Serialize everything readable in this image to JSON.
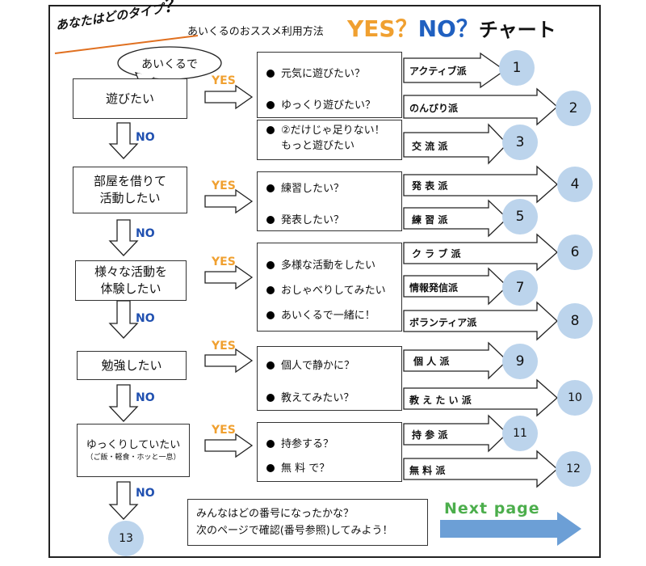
{
  "header": {
    "question": "あなたはどのタイプ",
    "question_mark": "？",
    "subtitle": "あいくるのおススメ利用方法",
    "yes": "YES？",
    "no": "NO？",
    "chart": "チャート"
  },
  "bubble": "あいくるで",
  "yes_label": "YES",
  "no_label": "NO",
  "rows": [
    {
      "left": [
        "遊びたい"
      ],
      "options": [
        "元気に遊びたい？",
        "ゆっくり遊びたい？",
        "②だけじゃ足りない！",
        "もっと遊びたい"
      ],
      "types": [
        "アクティブ派",
        "のんびり派",
        "交 流 派"
      ],
      "numbers": [
        "1",
        "2",
        "3"
      ]
    },
    {
      "left": [
        "部屋を借りて",
        "活動したい"
      ],
      "options": [
        "練習したい？",
        "発表したい？"
      ],
      "types": [
        "発 表 派",
        "練 習 派"
      ],
      "numbers": [
        "4",
        "5"
      ]
    },
    {
      "left": [
        "様々な活動を",
        "体験したい"
      ],
      "options": [
        "多様な活動をしたい",
        "おしゃべりしてみたい",
        "あいくるで一緒に！"
      ],
      "types": [
        "ク ラ ブ 派",
        "情報発信派",
        "ボランティア派"
      ],
      "numbers": [
        "6",
        "7",
        "8"
      ]
    },
    {
      "left": [
        "勉強したい"
      ],
      "options": [
        "個人で静かに？",
        "教えてみたい？"
      ],
      "types": [
        "個 人 派",
        "教 え た い 派"
      ],
      "numbers": [
        "9",
        "10"
      ]
    },
    {
      "left": [
        "ゆっくりしていたい",
        "（ご飯・軽食・ホッと一息）"
      ],
      "options": [
        "持参する？",
        "無 料 で？"
      ],
      "types": [
        "持 参 派",
        "無 料 派"
      ],
      "numbers": [
        "11",
        "12"
      ]
    }
  ],
  "final_number": "13",
  "note": [
    "みんなはどの番号になったかな？",
    "次のページで確認(番号参照)してみよう！"
  ],
  "next_page": "Next page",
  "colors": {
    "circle": "#bcd4ec",
    "yes": "#f0a030",
    "no": "#2050b0",
    "next_page": "#4cae4c",
    "next_arrow": "#6c9fd6"
  }
}
